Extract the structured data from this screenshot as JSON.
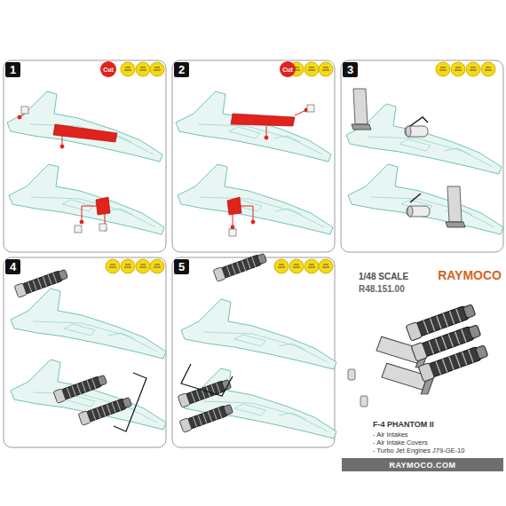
{
  "diagram": {
    "nodes": [
      {
        "text": [
          "1"
        ]
      },
      {
        "text": [
          "Cut"
        ],
        "in": 0
      },
      {
        "text": [
          "2"
        ]
      },
      {
        "text": [
          "Cut"
        ],
        "in": 2
      },
      {
        "text": [
          "3"
        ]
      },
      {
        "text": [
          "4"
        ]
      },
      {
        "text": [
          "5"
        ]
      },
      {
        "text": [
          "RAYMOCO.COM"
        ]
      }
    ],
    "labels": [
      "1/48 SCALE",
      "RAYMOCO",
      "R48.151.00",
      "F-4 PHANTOM II",
      "- Air Intakes",
      "- Air Intake Covers",
      "- Turbo Jet Engines J79-GE-10"
    ]
  }
}
